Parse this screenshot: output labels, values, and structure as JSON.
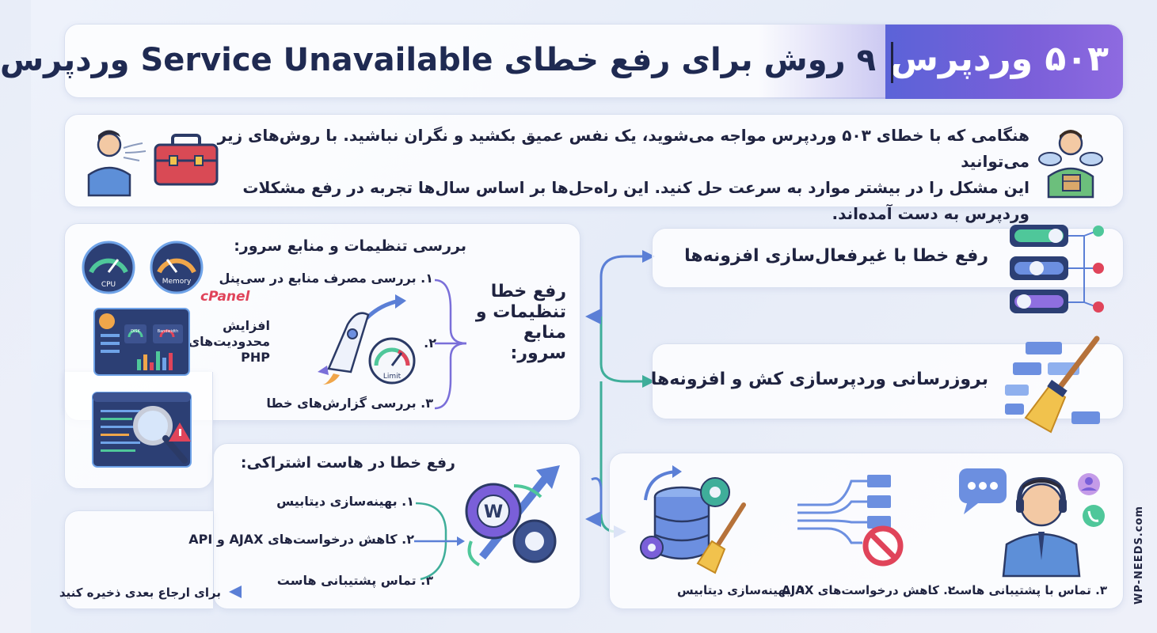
{
  "title": {
    "badge": "۵۰۳ وردپرس",
    "main": "۹ روش برای رفع خطای Service Unavailable وردپرس"
  },
  "intro": {
    "line1": "هنگامی که با خطای ۵۰۳ وردپرس مواجه می‌شوید، یک نفس عمیق بکشید و نگران نباشید. با روش‌های زیر می‌توانید",
    "line2": "این مشکل را در بیشتر موارد به سرعت حل کنید. این راه‌حل‌ها بر اساس سال‌ها تجربه در رفع مشکلات",
    "line3": "وردپرس به دست آمده‌اند."
  },
  "center": {
    "line1": "رفع  خطا",
    "line2": "تنظیمات و",
    "line3": "منابع سرور:"
  },
  "server_section": {
    "heading": "بررسی تنظیمات و منابع سرور:",
    "item1": "۱. بررسی مصرف منابع در سی‌پنل",
    "item2_num": "۲.",
    "item2_line1": "افزایش",
    "item2_line2": "محدودیت‌های PHP",
    "item2_line3": "PHP",
    "item3": "۳. بررسی گزارش‌های خطا",
    "gauge_cpu": "CPU",
    "gauge_memory": "Memory",
    "cpanel": "cPanel",
    "limit": "Limit",
    "dash_label1": "DISK",
    "dash_label2": "Bandwidth"
  },
  "host_section": {
    "heading": "رفع خطا در هاست اشتراکی:",
    "item1": "۱. بهینه‌سازی دیتابیس",
    "item2": "۲. کاهش درخواست‌های AJAX و API",
    "item3": "۳. تماس پشتیبانی هاست",
    "save_note": "برای ارجاع بعدی ذخیره کنید"
  },
  "plugins_card": {
    "title": "رفع خطا با غیرفعال‌سازی افزونه‌ها"
  },
  "cache_card": {
    "title": "بروزرسانی وردپرسازی کش و افزونه‌ها"
  },
  "bottom_card": {
    "item1": "۱. بهینه‌سازی دیتابیس",
    "item2": "۲. کاهش درخواست‌های AJAX",
    "item3": "۳. تماس با پشتیبانی هاست"
  },
  "watermark": "WP-NEEDS.com",
  "colors": {
    "navy": "#1f2a52",
    "accent_purple": "#6c5fd9",
    "arrow_teal": "#3fae9a",
    "arrow_blue": "#5b7fd6",
    "toggle_green": "#4fc79a",
    "danger_red": "#e0445a"
  }
}
